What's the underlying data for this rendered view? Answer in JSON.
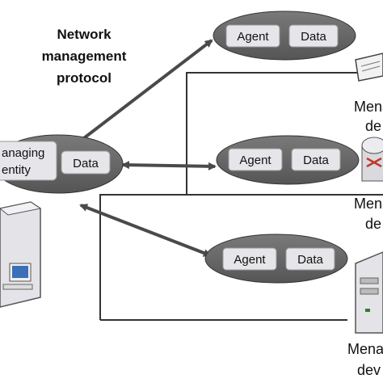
{
  "protocol_label": [
    "Network",
    "management",
    "protocol"
  ],
  "managing_entity": {
    "label_line1": "anaging",
    "label_line2": "entity",
    "data_label": "Data"
  },
  "agents": [
    {
      "agent_label": "Agent",
      "data_label": "Data"
    },
    {
      "agent_label": "Agent",
      "data_label": "Data"
    },
    {
      "agent_label": "Agent",
      "data_label": "Data"
    }
  ],
  "managed_labels": [
    {
      "line1": "Mena",
      "line2": "de"
    },
    {
      "line1": "Mena",
      "line2": "de"
    },
    {
      "line1": "Mena",
      "line2": "dev"
    }
  ],
  "colors": {
    "ellipse_fill": "#6b6b6b",
    "box_fill": "#e6e6ea",
    "line": "#4a4a4a",
    "router_red": "#c0392b"
  }
}
